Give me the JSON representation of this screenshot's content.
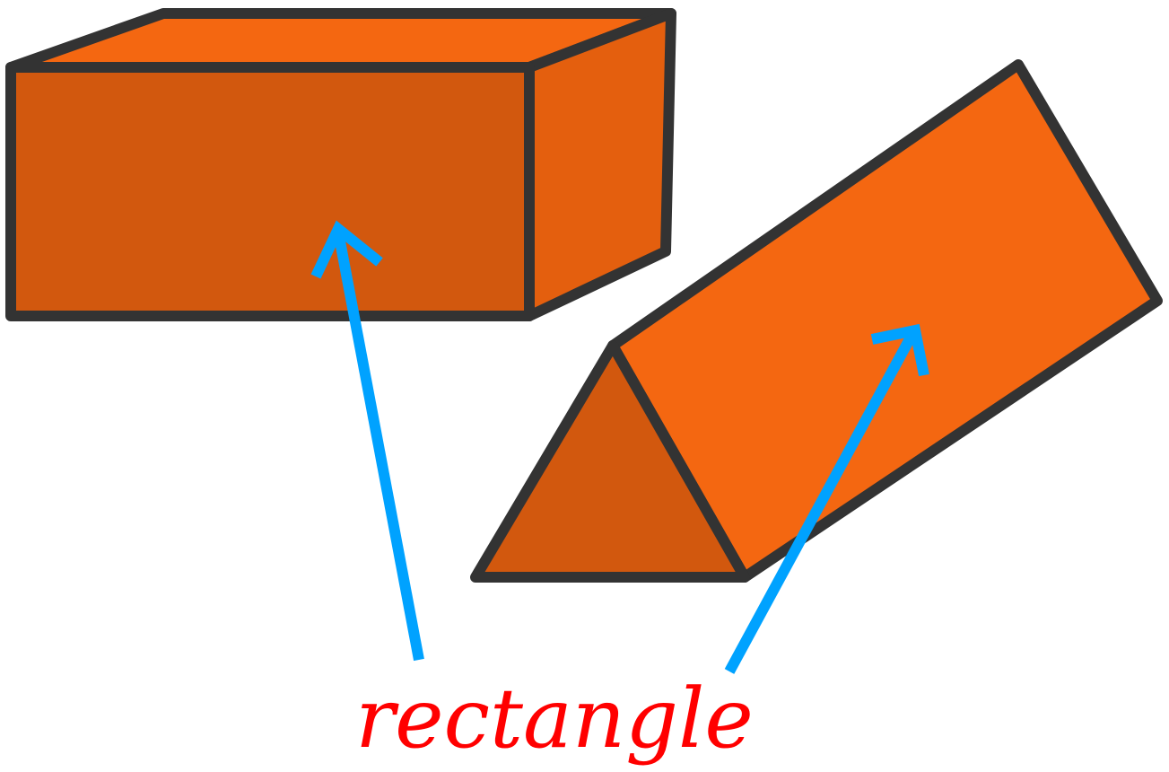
{
  "label": {
    "text": "rectangle",
    "color": "#ff0000"
  },
  "colors": {
    "face_front": "#d2580e",
    "face_side": "#e45f0e",
    "face_top": "#f46711",
    "outline": "#333333",
    "arrow": "#00a2ff"
  },
  "shapes": [
    {
      "name": "rectangular-prism",
      "labeled_face": "front"
    },
    {
      "name": "triangular-prism",
      "labeled_face": "slanted side"
    }
  ]
}
